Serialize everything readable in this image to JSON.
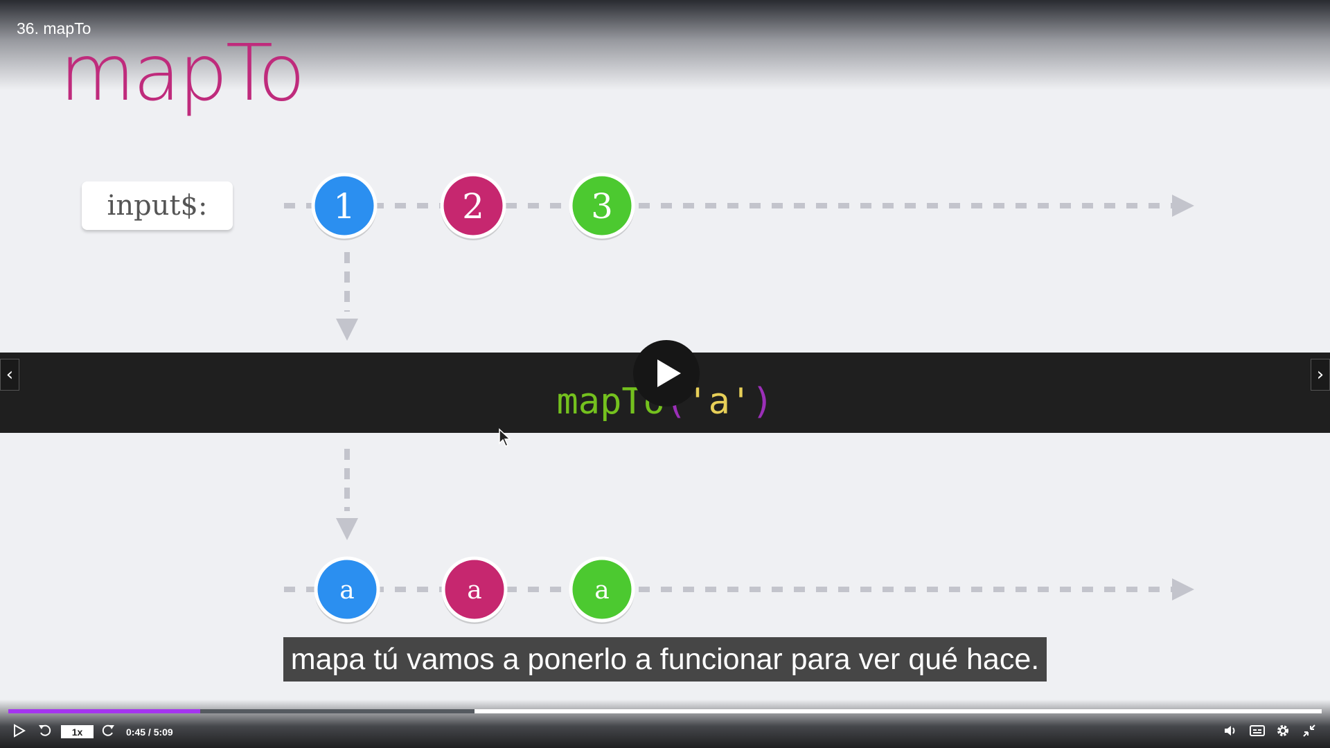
{
  "video": {
    "lecture_title": "36. mapTo",
    "current_time": "0:45",
    "duration": "5:09",
    "time_display": "0:45 / 5:09",
    "speed": "1x",
    "played_fraction": 0.146,
    "buffered_fraction": 0.355,
    "subtitle": "mapa tú vamos a ponerlo a funcionar para ver qué hace."
  },
  "slide": {
    "title": "mapTo",
    "input_label": "input$:",
    "input_marbles": [
      {
        "label": "1",
        "color": "#2b8ff0"
      },
      {
        "label": "2",
        "color": "#c6276f"
      },
      {
        "label": "3",
        "color": "#4cc930"
      }
    ],
    "output_marbles": [
      {
        "label": "a",
        "color": "#2b8ff0"
      },
      {
        "label": "a",
        "color": "#c6276f"
      },
      {
        "label": "a",
        "color": "#4cc930"
      }
    ],
    "operator": {
      "name": "mapTo",
      "open_paren": "(",
      "argument": "'a'",
      "close_paren": ")"
    }
  },
  "colors": {
    "title": "#bf2b7c",
    "progress_played": "#a435f0",
    "operator_bg": "#1f1f1f",
    "operator_name": "#74c11e",
    "operator_arg": "#e7cf58",
    "operator_paren": "#9b2fb8",
    "timeline": "#c3c4cc"
  },
  "icons": {
    "play": "play-icon",
    "rewind": "rewind-5-icon",
    "forward": "forward-5-icon",
    "volume": "volume-icon",
    "captions": "captions-icon",
    "settings": "gear-icon",
    "exit_fullscreen": "exit-fullscreen-icon",
    "prev": "chevron-left-icon",
    "next": "chevron-right-icon"
  }
}
